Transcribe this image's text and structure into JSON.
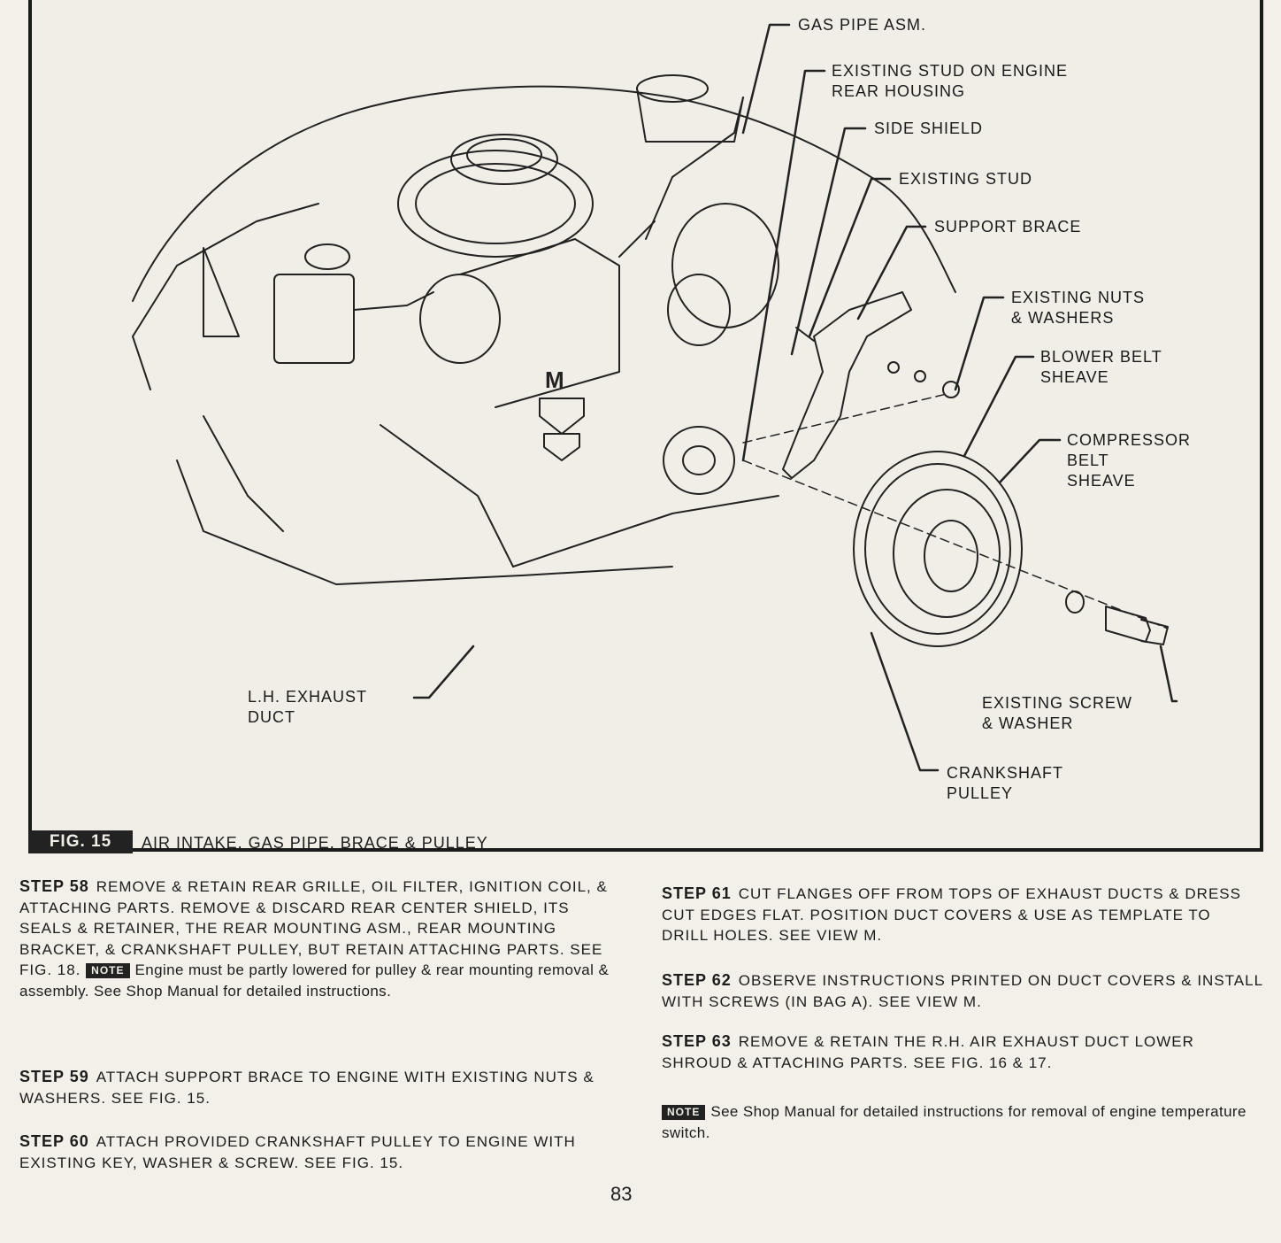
{
  "figure": {
    "number_label": "FIG. 15",
    "title": "AIR INTAKE, GAS PIPE, BRACE & PULLEY",
    "callouts": {
      "gas_pipe": "GAS PIPE ASM.",
      "stud_rear_1": "EXISTING STUD ON ENGINE",
      "stud_rear_2": "REAR HOUSING",
      "side_shield": "SIDE SHIELD",
      "existing_stud": "EXISTING STUD",
      "support_brace": "SUPPORT BRACE",
      "nuts_1": "EXISTING NUTS",
      "nuts_2": "& WASHERS",
      "blower_1": "BLOWER BELT",
      "blower_2": "SHEAVE",
      "compressor_1": "COMPRESSOR",
      "compressor_2": "BELT",
      "compressor_3": "SHEAVE",
      "exhaust_1": "L.H. EXHAUST",
      "exhaust_2": "DUCT",
      "screw_1": "EXISTING SCREW",
      "screw_2": "& WASHER",
      "crank_1": "CRANKSHAFT",
      "crank_2": "PULLEY",
      "view_m": "M"
    }
  },
  "steps": {
    "s58": {
      "label": "STEP 58",
      "text": "REMOVE & RETAIN REAR GRILLE, OIL FILTER, IGNITION COIL, & ATTACHING PARTS. REMOVE & DISCARD REAR CENTER SHIELD, ITS SEALS & RETAINER, THE REAR MOUNTING ASM., REAR MOUNTING BRACKET, & CRANKSHAFT PULLEY, BUT RETAIN ATTACHING PARTS. SEE FIG. 18.",
      "note_label": "NOTE",
      "note": "Engine must be partly lowered for pulley & rear mounting removal & assembly. See Shop Manual for detailed instructions."
    },
    "s59": {
      "label": "STEP 59",
      "text": "ATTACH SUPPORT BRACE TO ENGINE WITH EXISTING NUTS & WASHERS. SEE FIG. 15."
    },
    "s60": {
      "label": "STEP 60",
      "text": "ATTACH PROVIDED CRANKSHAFT PULLEY TO ENGINE WITH EXISTING KEY, WASHER & SCREW. SEE FIG. 15."
    },
    "s61": {
      "label": "STEP 61",
      "text": "CUT FLANGES OFF FROM TOPS OF EXHAUST DUCTS & DRESS CUT EDGES FLAT. POSITION DUCT COVERS & USE AS TEMPLATE TO DRILL HOLES. SEE VIEW M."
    },
    "s62": {
      "label": "STEP 62",
      "text": "OBSERVE INSTRUCTIONS PRINTED ON DUCT COVERS & INSTALL WITH SCREWS (IN BAG A). SEE VIEW M."
    },
    "s63": {
      "label": "STEP 63",
      "text": "REMOVE & RETAIN THE R.H. AIR EXHAUST DUCT LOWER SHROUD & ATTACHING PARTS. SEE FIG. 16 & 17."
    },
    "final_note": {
      "label": "NOTE",
      "text": "See Shop Manual for detailed instructions for removal of engine temperature switch."
    }
  },
  "page_number": "83"
}
